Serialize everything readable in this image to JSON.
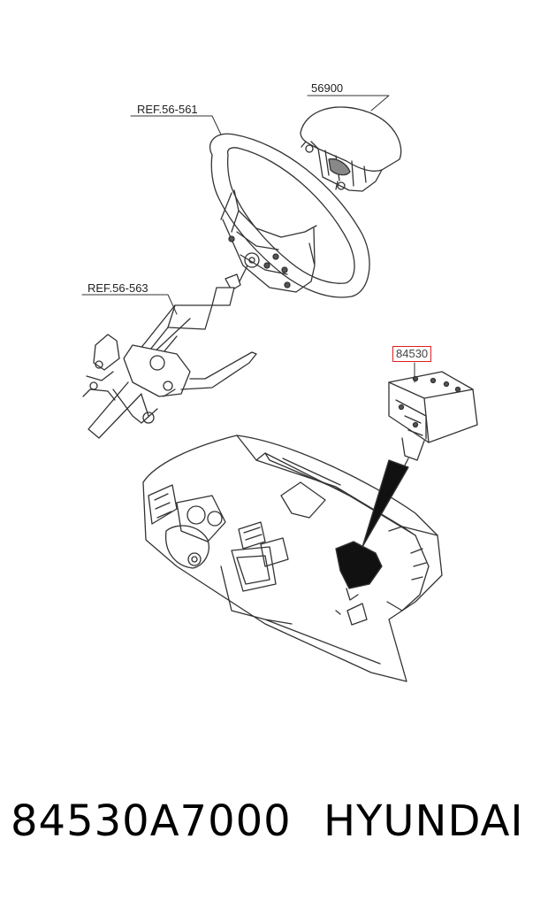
{
  "callouts": {
    "airbag_module": "56900",
    "steering_wheel_ref": "REF.56-561",
    "steering_column_ref": "REF.56-563",
    "passenger_airbag": "84530"
  },
  "highlight_color": "#e02020",
  "footer": {
    "part_number": "84530A7000",
    "brand": "HYUNDAI"
  }
}
